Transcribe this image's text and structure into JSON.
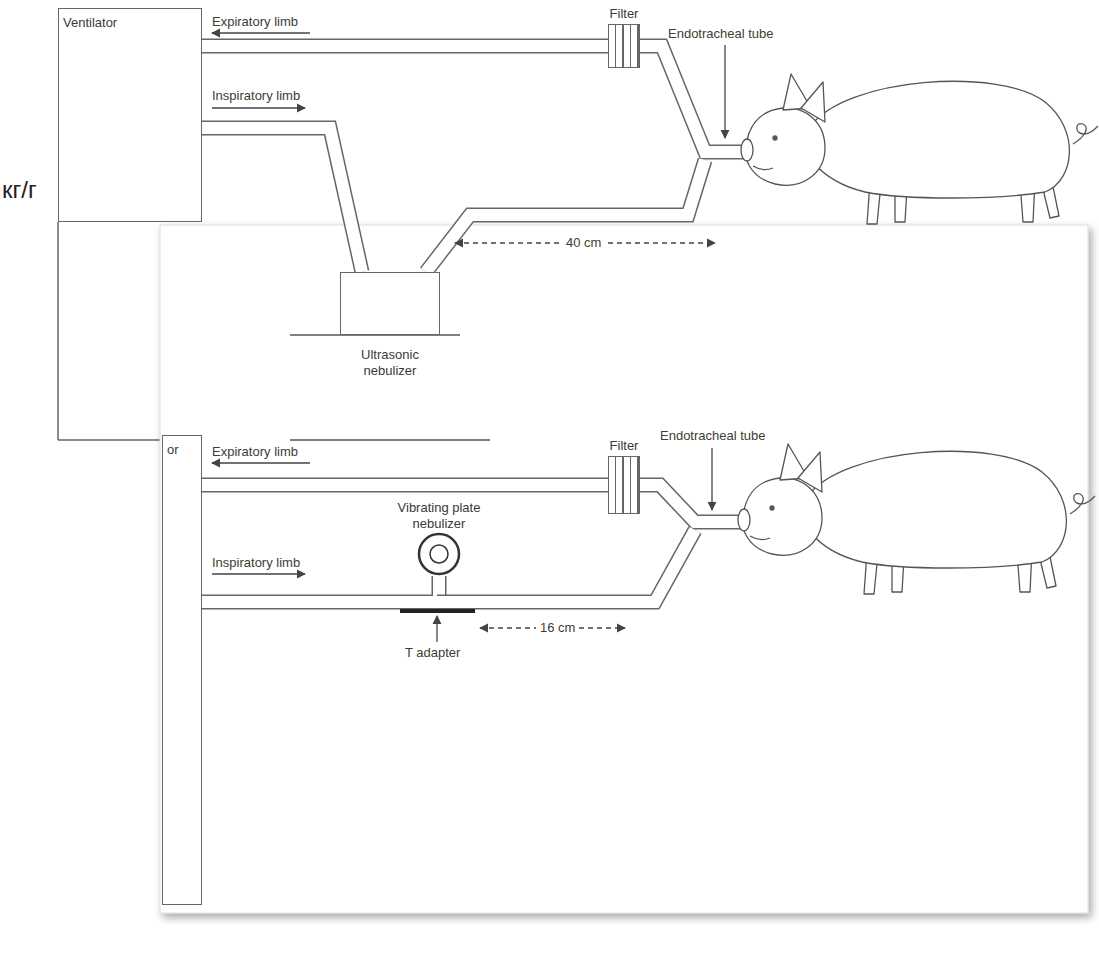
{
  "diagram": {
    "nodes": [
      {
        "text": [
          "Ventilator"
        ]
      },
      {
        "text": [
          "Filter"
        ]
      },
      {
        "text": [
          "Ultrasonic nebulizer"
        ]
      },
      {
        "text": [
          "or"
        ]
      },
      {
        "text": [
          "Filter"
        ]
      },
      {
        "text": [
          "Vibrating plate nebulizer"
        ]
      }
    ],
    "edges": [
      {
        "from": 1,
        "to": 0,
        "arrow": "none"
      },
      {
        "from": 0,
        "to": 2,
        "arrow": "none"
      },
      {
        "from": 4,
        "to": 3,
        "arrow": "none"
      },
      {
        "from": 3,
        "to": 5,
        "arrow": "none"
      }
    ],
    "labels": [
      "кг/г",
      "Expiratory limb",
      "Inspiratory limb",
      "Endotracheal tube",
      "40 cm",
      "Expiratory limb",
      "Inspiratory limb",
      "Endotracheal tube",
      "T adapter",
      "16 cm"
    ]
  }
}
